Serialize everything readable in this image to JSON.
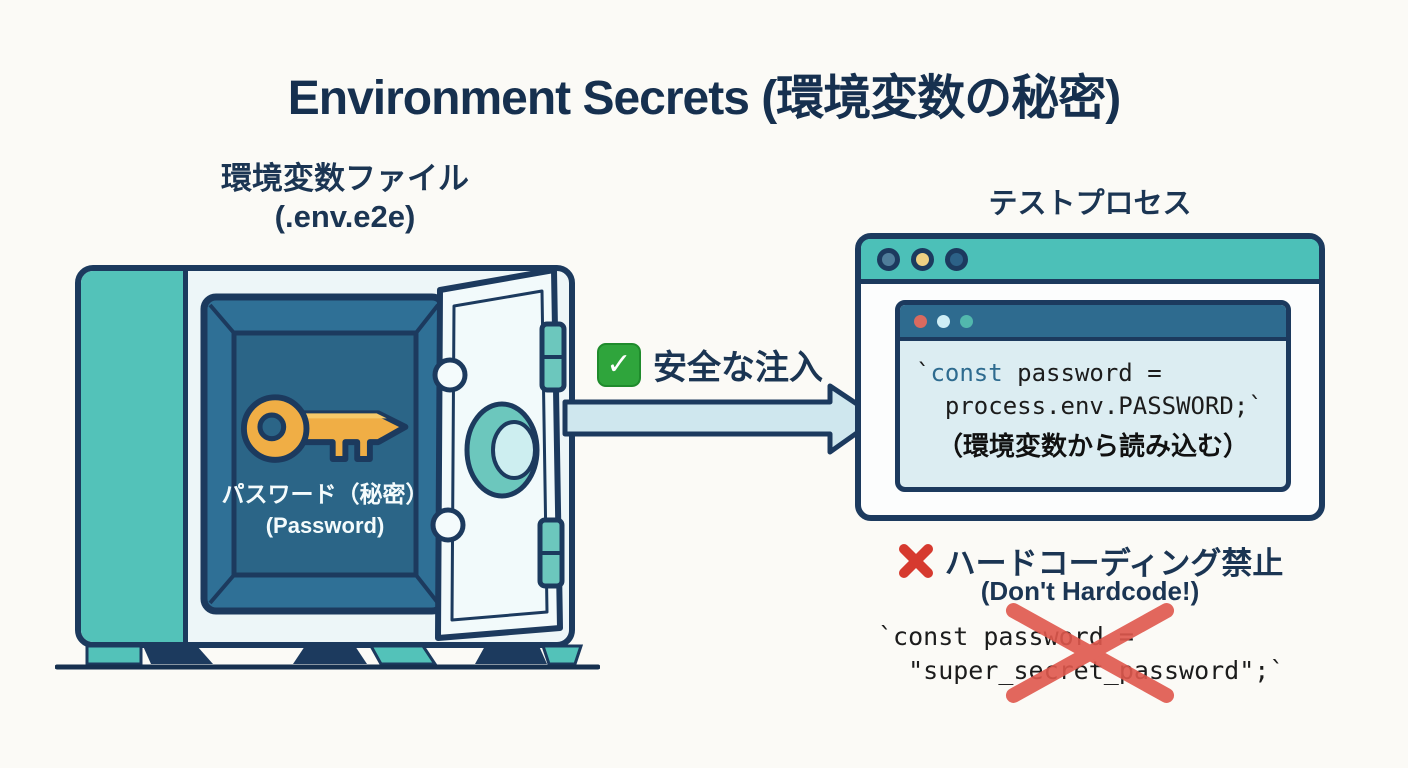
{
  "title": "Environment Secrets (環境変数の秘密)",
  "left": {
    "label_line1": "環境変数ファイル",
    "label_line2": "(.env.e2e)",
    "safe": {
      "secret_label_ja": "パスワード（秘密）",
      "secret_label_en": "(Password)"
    }
  },
  "arrow": {
    "check_glyph": "✓",
    "label": "安全な注入"
  },
  "right": {
    "window_label": "テストプロセス",
    "code": {
      "line1_tick": "`",
      "line1_keyword": "const",
      "line1_rest": " password =",
      "line2": "  process.env.PASSWORD;`",
      "note": "（環境変数から読み込む）"
    },
    "warning": {
      "heading": "ハードコーディング禁止",
      "subheading": "(Don't Hardcode!)",
      "code_line1": "`const password =",
      "code_line2": "  \"super_secret_password\";`"
    }
  },
  "colors": {
    "navy_outline": "#1c3a5e",
    "title_text": "#16304f",
    "teal_panel": "#53c2b9",
    "outer_titlebar": "#4cc0b8",
    "inner_titlebar": "#2e6b8f",
    "opening_wall": "#2f7096",
    "opening_back_panel": "#2b6587",
    "code_background": "#dcedf2",
    "arrow_fill": "#cfe7ee",
    "key_gold": "#f0ae45",
    "check_green": "#2fa53c",
    "cross_red": "#d63a2f",
    "keyword_blue": "#2e6b8f"
  }
}
